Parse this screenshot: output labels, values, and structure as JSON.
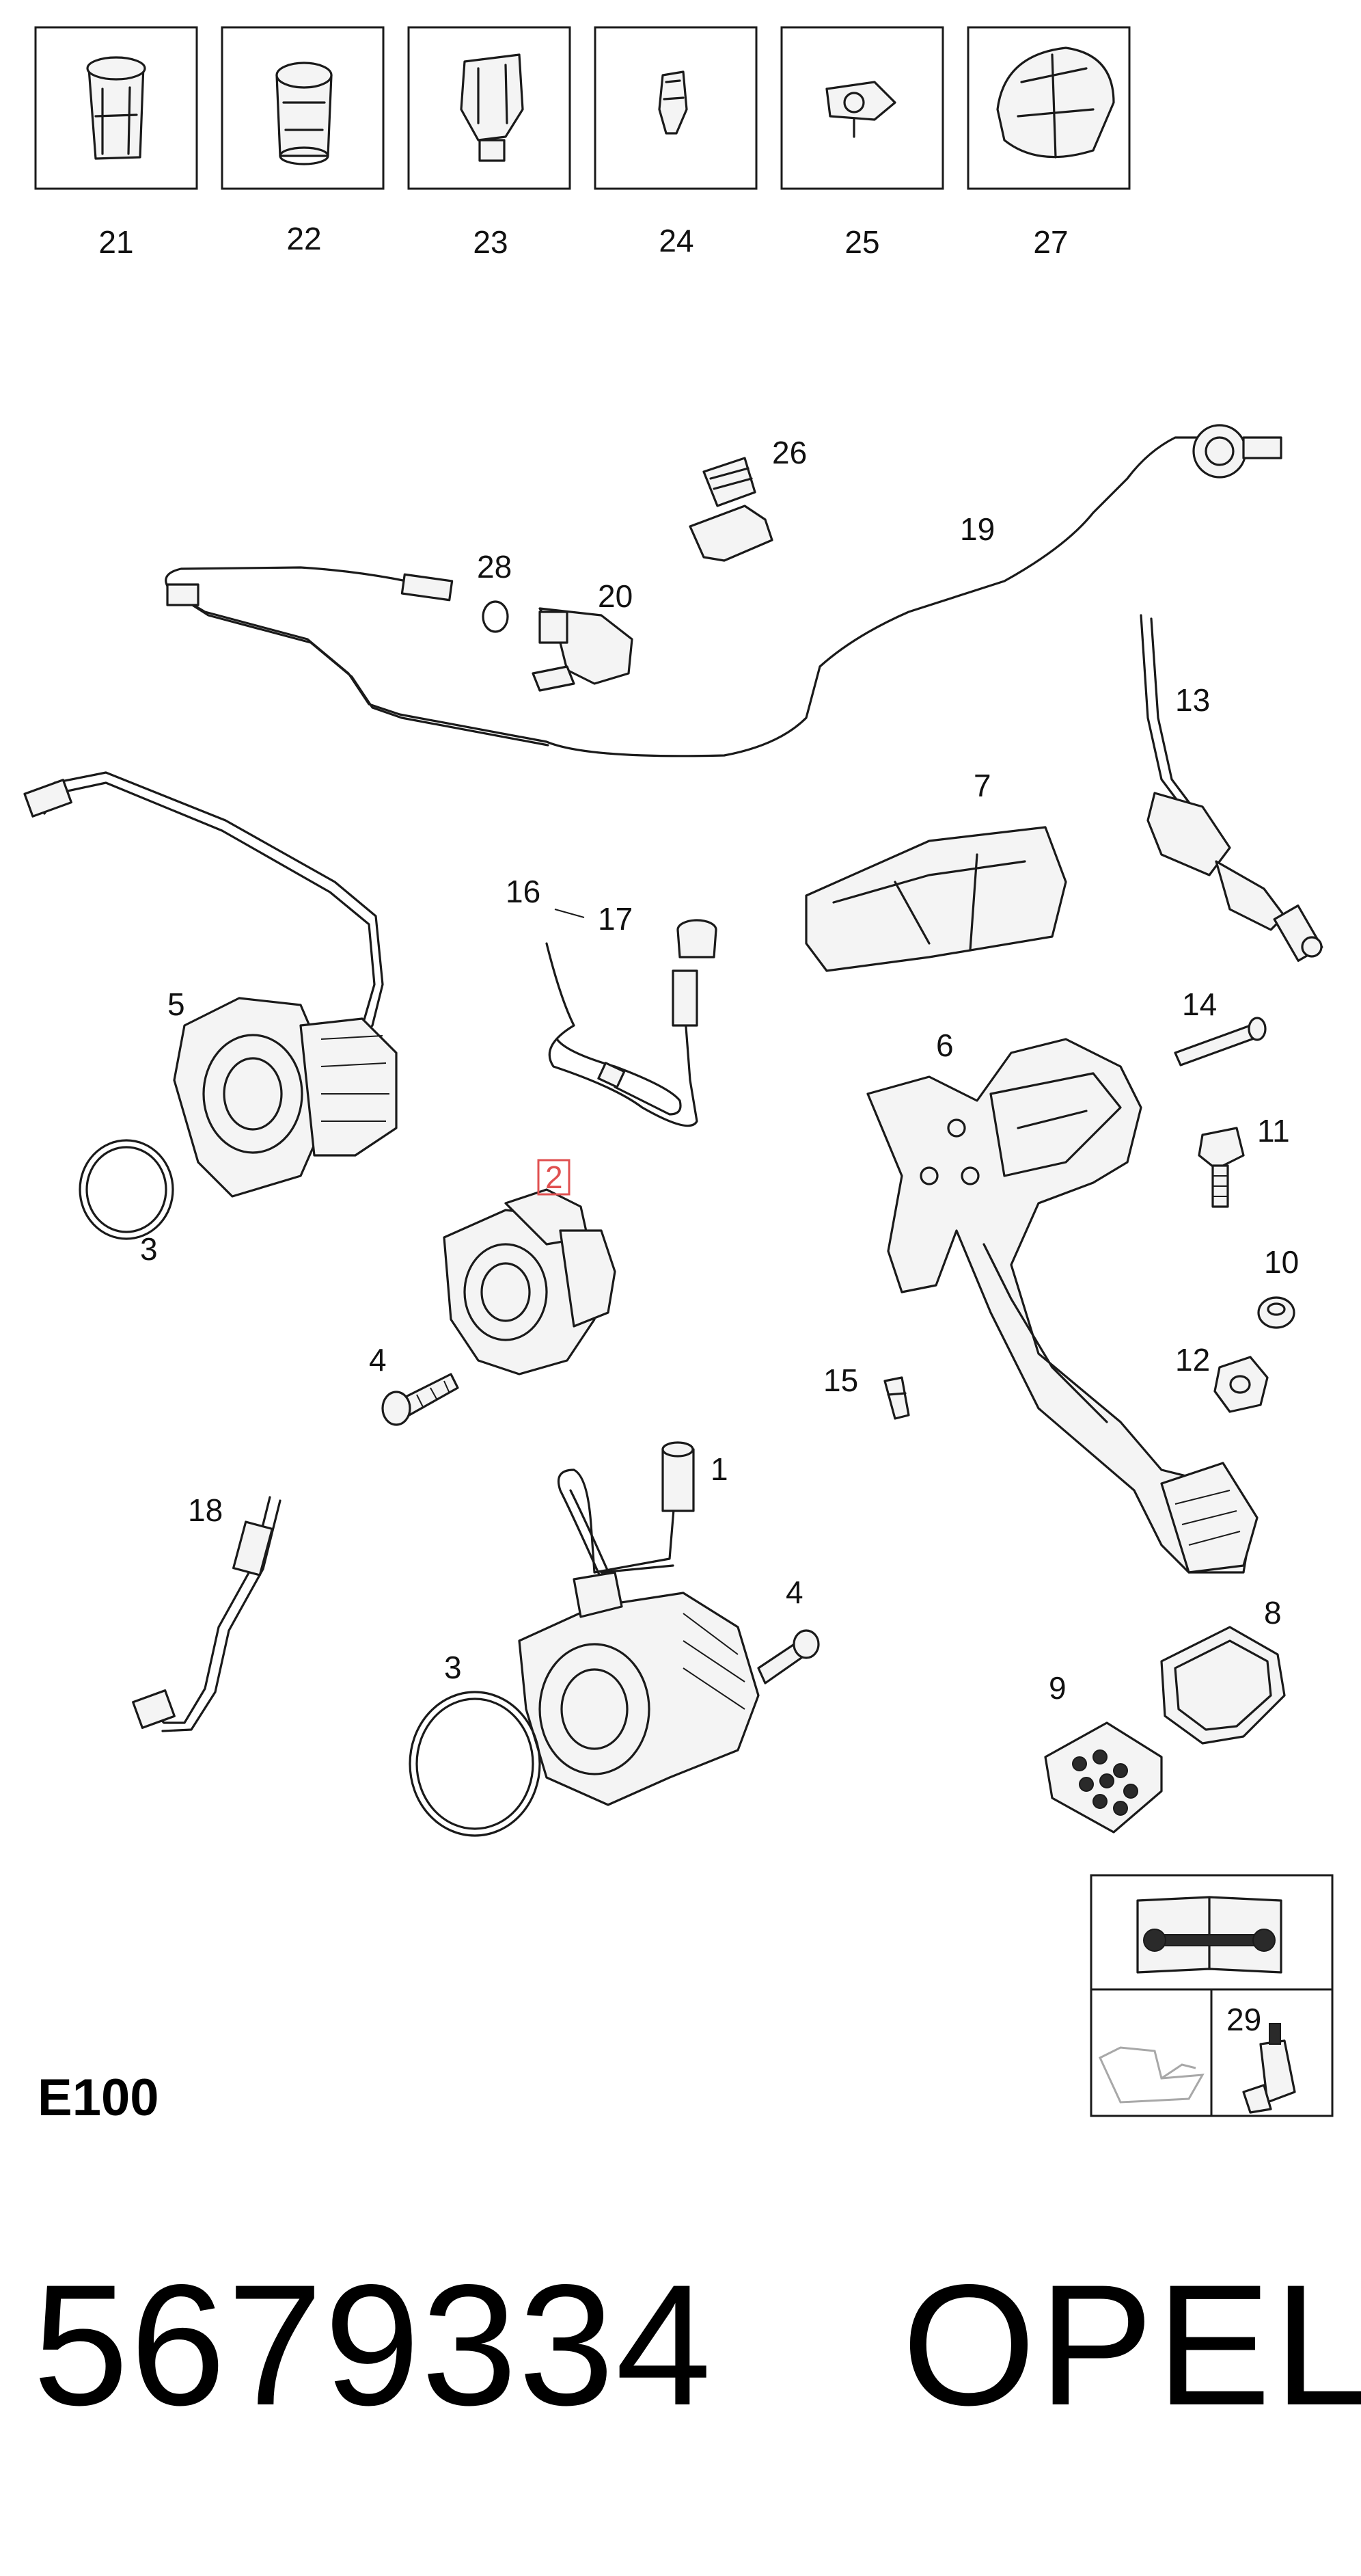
{
  "thumbnails": [
    {
      "label": "21"
    },
    {
      "label": "22"
    },
    {
      "label": "23"
    },
    {
      "label": "24"
    },
    {
      "label": "25"
    },
    {
      "label": "27"
    }
  ],
  "callouts": {
    "c1": "1",
    "c2": "2",
    "c3a": "3",
    "c3b": "3",
    "c4a": "4",
    "c4b": "4",
    "c5": "5",
    "c6": "6",
    "c7": "7",
    "c8": "8",
    "c9": "9",
    "c10": "10",
    "c11": "11",
    "c12": "12",
    "c13": "13",
    "c14": "14",
    "c15": "15",
    "c16": "16",
    "c17": "17",
    "c18": "18",
    "c19": "19",
    "c20": "20",
    "c26": "26",
    "c28": "28",
    "c29": "29"
  },
  "highlighted_callout": "2",
  "colors": {
    "highlight": "#e05050",
    "line": "#1a1a1a"
  },
  "legend_box": {
    "icons": [
      "repair-manual-icon",
      "engine-oil-icon",
      "sealant-tube-icon"
    ]
  },
  "diagram_code": "E100",
  "part_number": "5679334",
  "brand": "OPEL"
}
